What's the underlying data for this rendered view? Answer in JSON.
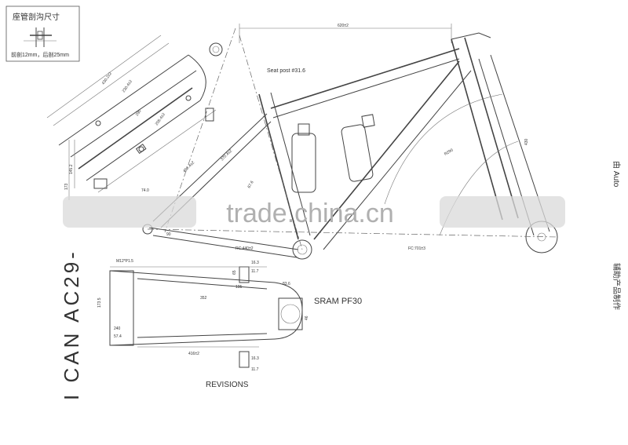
{
  "legend": {
    "title": "座管剖沟尺寸",
    "note": "前剖12mm，后剖25mm"
  },
  "watermark": "trade.china.cn",
  "vertical_title": "I CAN AC29-",
  "right_side": {
    "maker_latin": "由 Auto",
    "maker_cjk": "辅助产品制作"
  },
  "labels": {
    "seat_post": "Seat post #31.6",
    "sram": "SRAM PF30",
    "revisions": "REVISIONS"
  },
  "dimensions": {
    "top_length": "620±2",
    "rear_center": "RC:440±2",
    "front_center": "FC:701±3",
    "left_1": "430.2±2",
    "left_2": "230.4±2",
    "left_3": "290",
    "left_4": "205.4±2",
    "left_5": "450.4±2",
    "left_6": "370.4±2",
    "d1": "74.0",
    "d2": "90",
    "d3": "67.6",
    "r1": "R290",
    "r2": "430",
    "h1": "145.2",
    "h2": "173",
    "m1": "M12*P1.5",
    "m2": "173.5",
    "m3": "352",
    "m4": "416±2",
    "m5": "195",
    "m6": "16.3",
    "m7": "11.7",
    "m8": "83.6",
    "m9": "16.3",
    "m10": "11.7",
    "m11": "46",
    "m12": "65",
    "m13": "240",
    "m14": "57.4"
  }
}
